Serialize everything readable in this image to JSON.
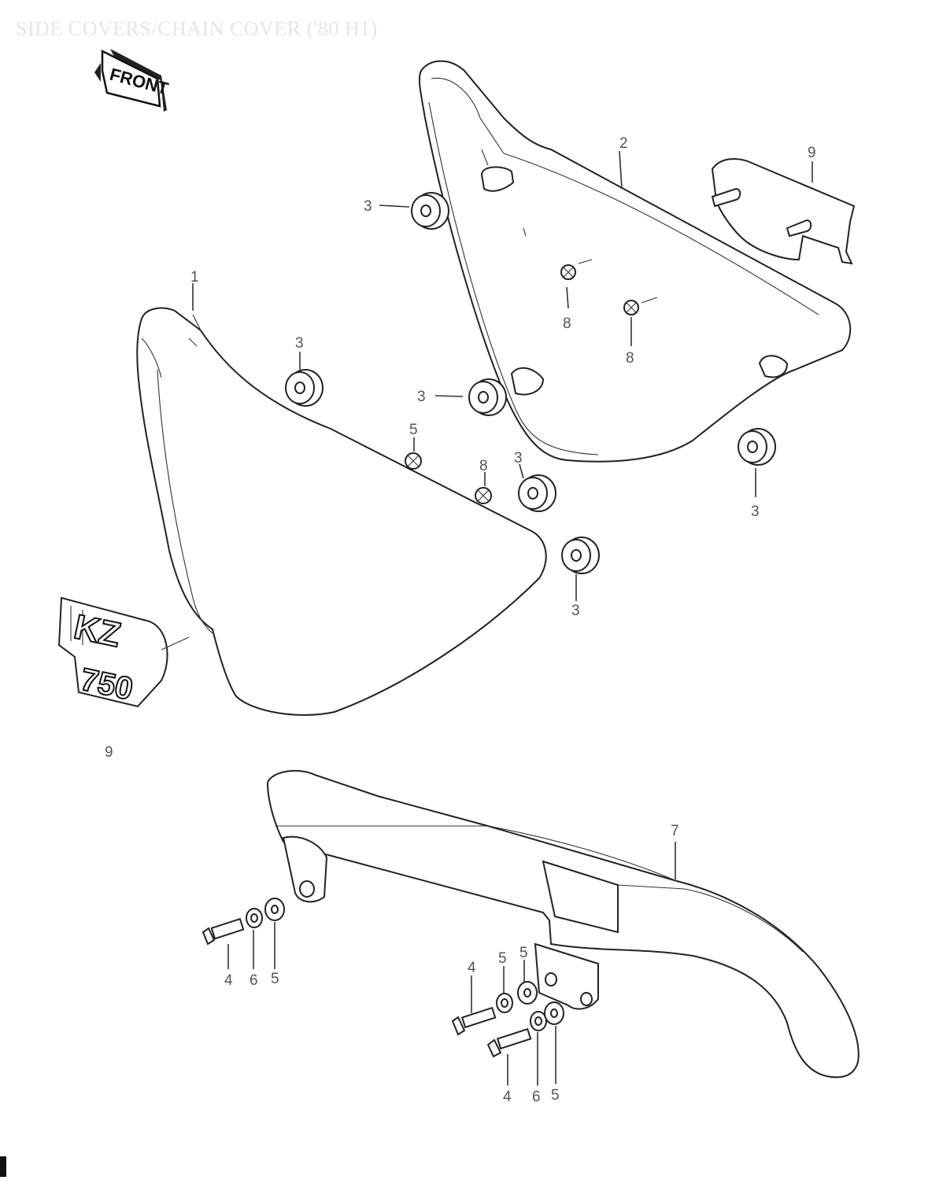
{
  "title": "SIDE COVERS/CHAIN COVER ('80 H1)",
  "front_badge": "FRONT",
  "emblem": {
    "brand_text": "KZ",
    "model_text": "750"
  },
  "callouts": {
    "right_side_cover": "2",
    "right_bracket": "9",
    "grommet_a": "3",
    "grommet_b": "3",
    "grommet_c": "3",
    "grommet_d": "3",
    "grommet_e": "3",
    "grommet_f": "3",
    "screw_upper": "8",
    "screw_lower": "8",
    "screw_mid": "8",
    "left_side_cover": "1",
    "left_screw": "5",
    "emblem_ref": "9",
    "chain_cover": "7",
    "bolt_left": "4",
    "lock_washer_left": "6",
    "washer_left": "5",
    "bolt_right_top": "4",
    "washer_right_top_a": "5",
    "washer_right_top_b": "5",
    "bolt_right_bottom": "4",
    "lock_washer_right": "6",
    "washer_right_bottom": "5"
  }
}
